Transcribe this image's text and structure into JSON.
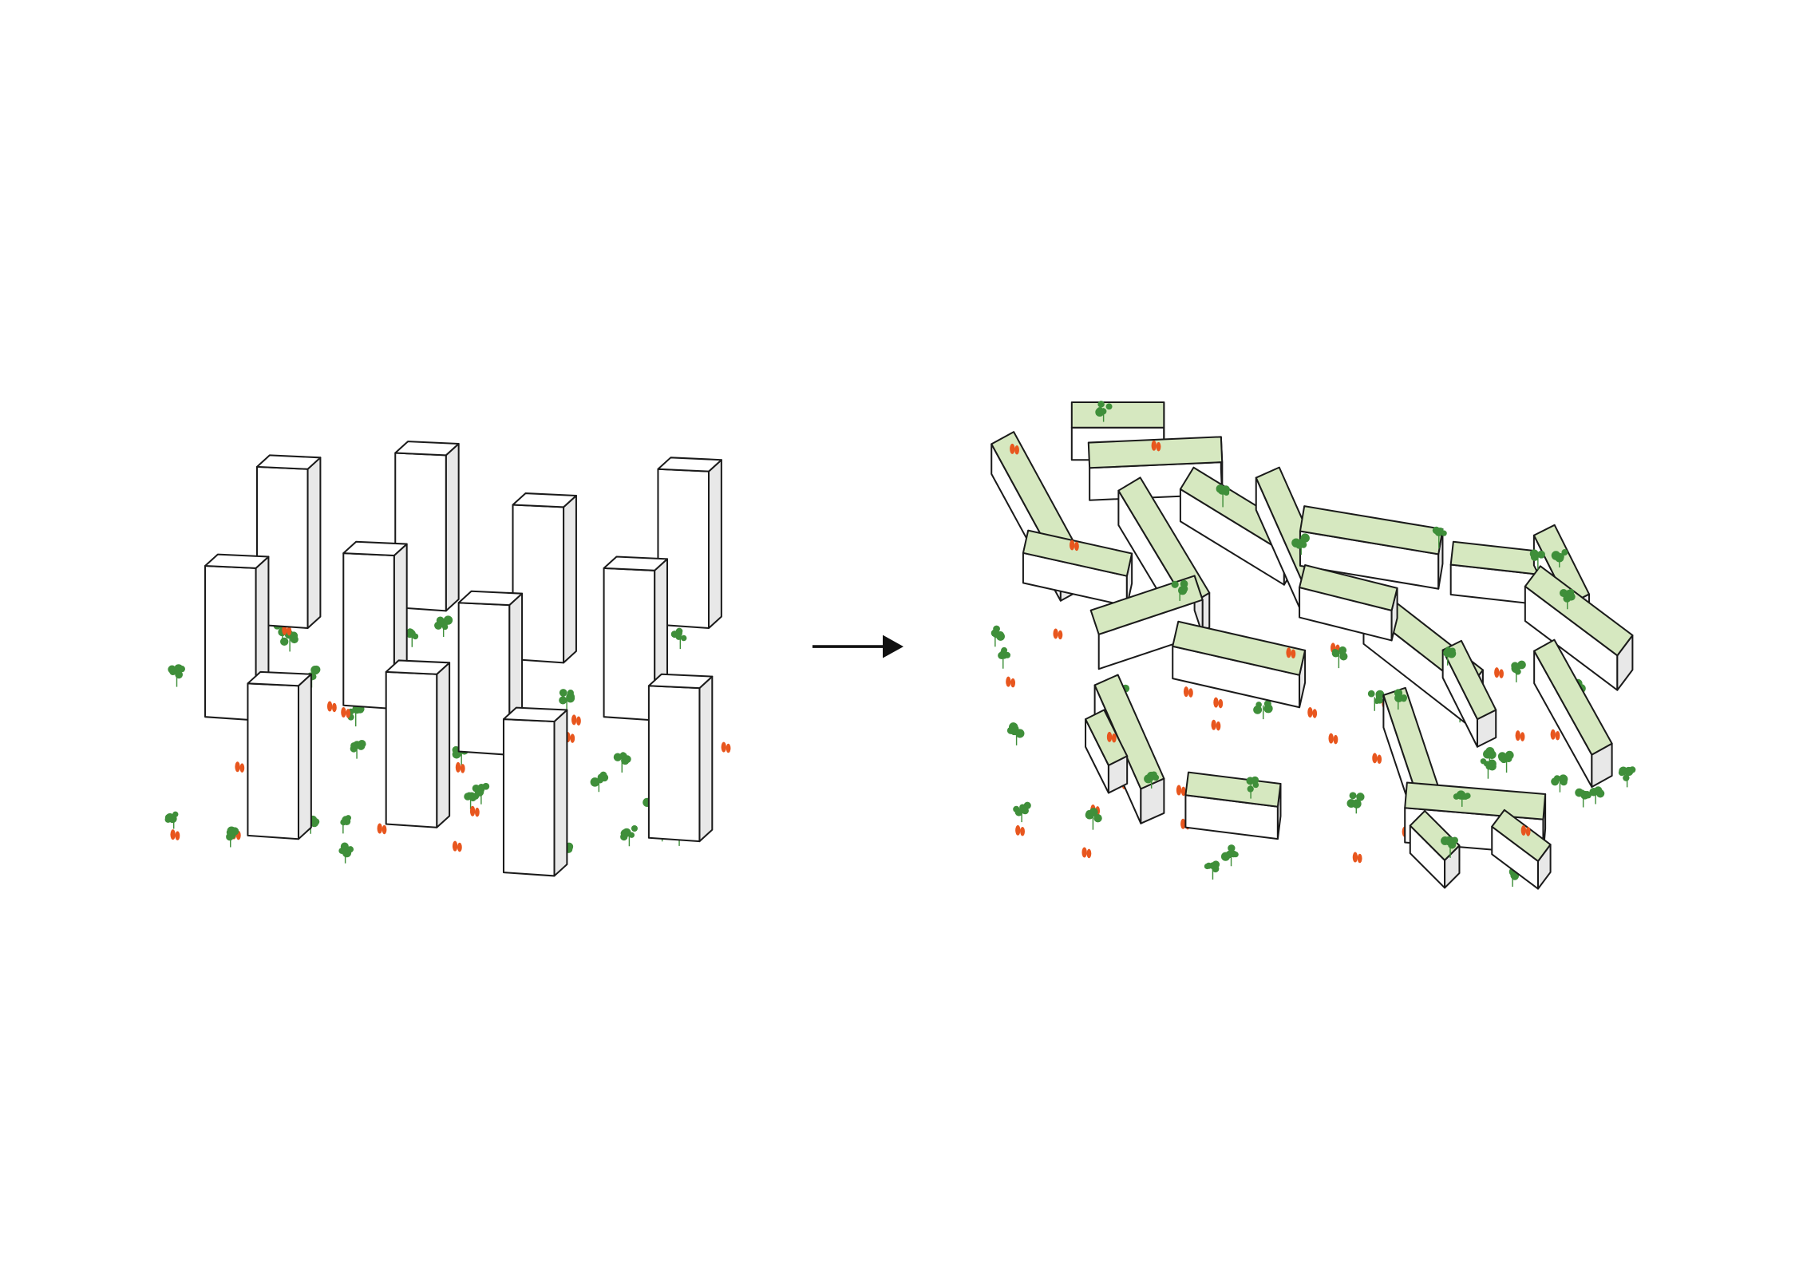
{
  "diagram": {
    "left_panel": {
      "building_type": "point towers",
      "tower_count": 12
    },
    "transition_arrow": {
      "icon": "arrow-right-icon"
    },
    "right_panel": {
      "building_type": "interlocking stacked slab blocks with green roofs"
    },
    "colors": {
      "background": "#ffffff",
      "outline": "#1a1a1a",
      "building_face": "#ffffff",
      "building_side": "#e8e8e8",
      "green_roof": "#d6e8c0",
      "tree_green": "#3f8f3a",
      "tree_orange": "#e8561e"
    }
  }
}
